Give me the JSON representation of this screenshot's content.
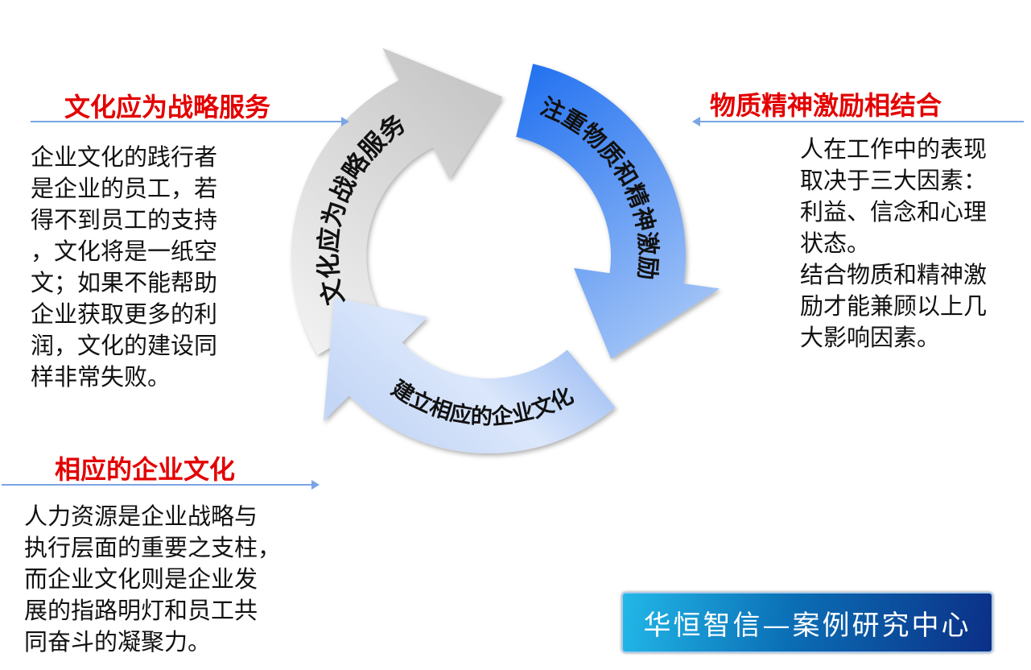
{
  "left_top": {
    "heading": "文化应为战略服务",
    "lines": [
      "企业文化的践行者",
      "是企业的员工，若",
      "得不到员工的支持",
      "，文化将是一纸空",
      "文；如果不能帮助",
      "企业获取更多的利",
      "润，文化的建设同",
      "样非常失败。"
    ]
  },
  "left_bottom": {
    "heading": "相应的企业文化",
    "lines": [
      "人力资源是企业战略与",
      "执行层面的重要之支柱，",
      "而企业文化则是企业发",
      "展的指路明灯和员工共",
      "同奋斗的凝聚力。"
    ]
  },
  "right": {
    "heading": "物质精神激励相结合",
    "lines": [
      "人在工作中的表现",
      "取决于三大因素：",
      "利益、信念和心理",
      "状态。",
      "结合物质和精神激",
      "励才能兼顾以上几",
      "大影响因素。"
    ]
  },
  "cycle": {
    "arrow_left_label": "文化应为战略服务",
    "arrow_right_label": "注重物质和精神激励",
    "arrow_bottom_label": "建立相应的企业文化"
  },
  "logo": {
    "text": "华恒智信—案例研究中心"
  },
  "colors": {
    "heading": "#e30000",
    "connector": "#7aa5e6",
    "arrow_blue": "#2f7ff0",
    "arrow_gray": "#d9d9d9"
  }
}
